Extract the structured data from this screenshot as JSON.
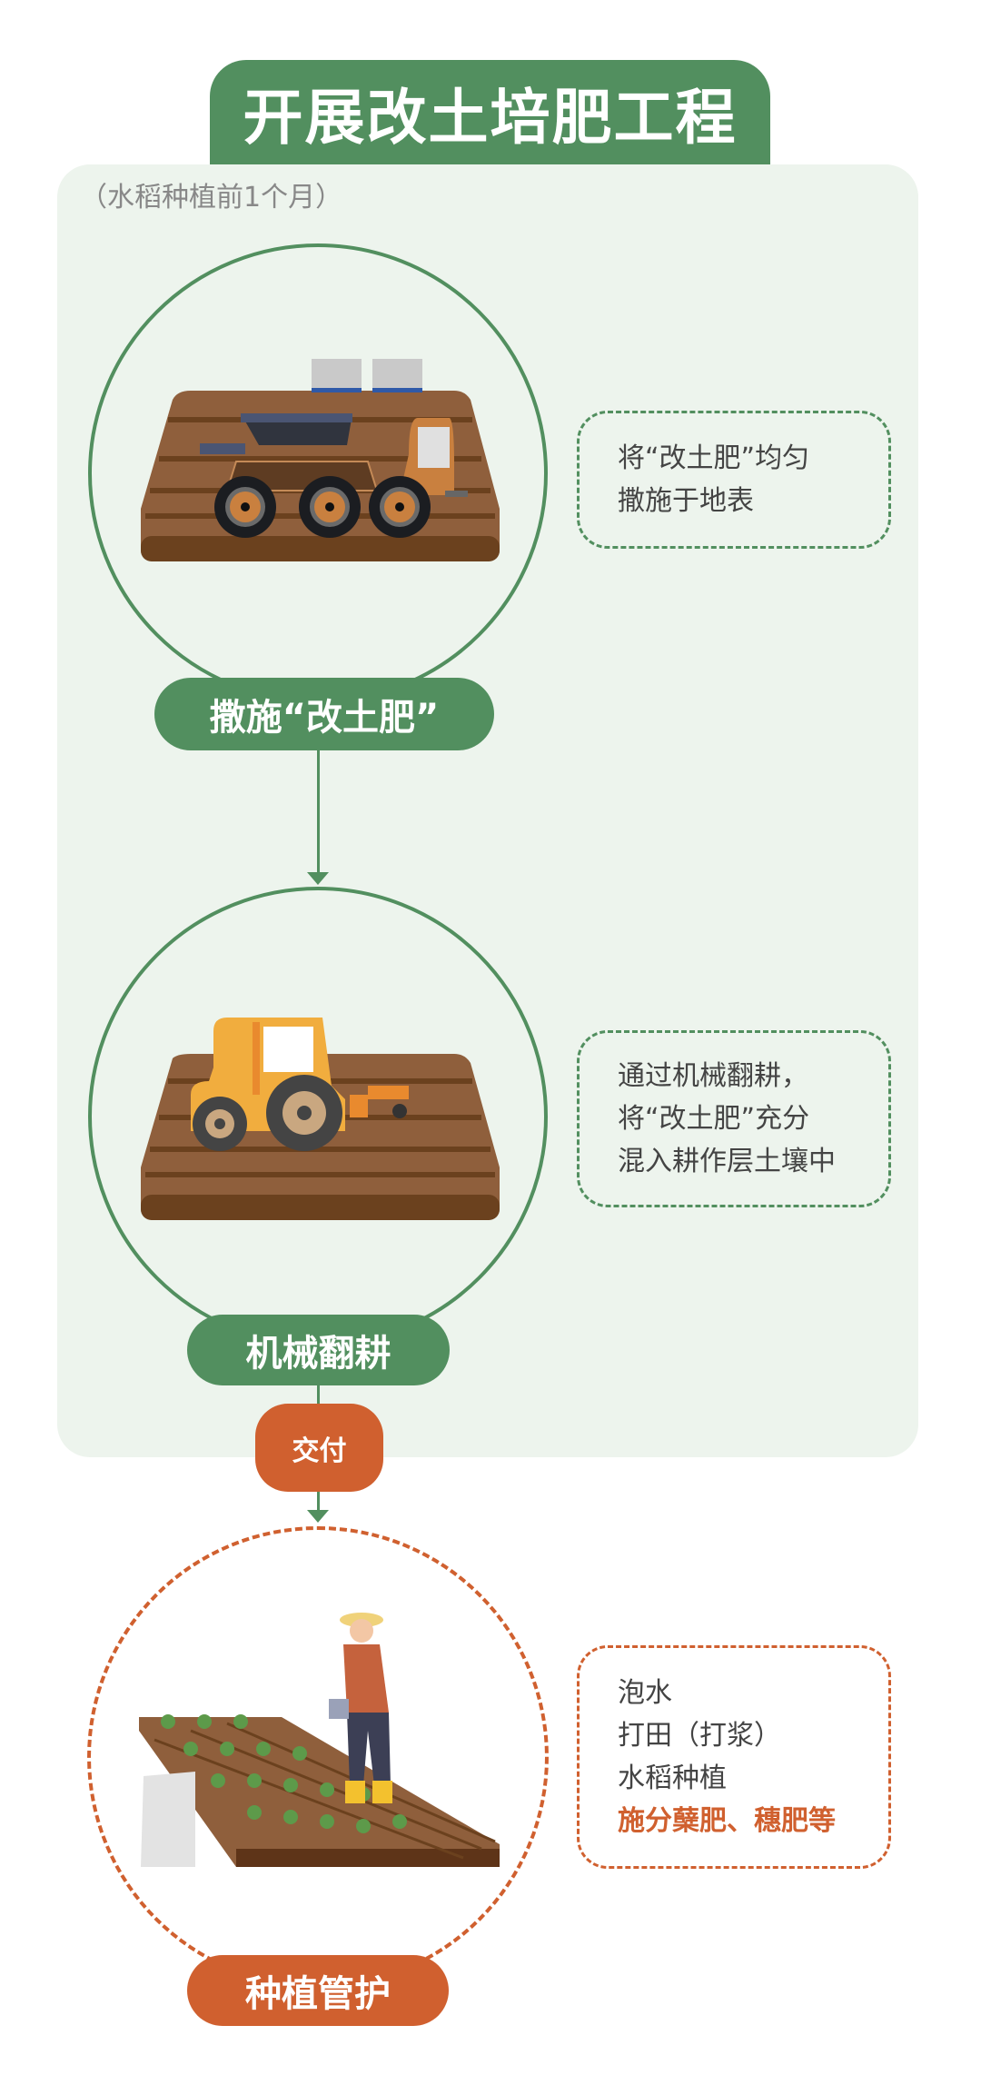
{
  "title": "开展改土培肥工程",
  "subtitle": "（水稻种植前1个月）",
  "steps": [
    {
      "label": "撒施“改土肥”",
      "note_lines": [
        "将“改土肥”均匀",
        "撒施于地表"
      ]
    },
    {
      "label": "机械翻耕",
      "note_lines": [
        "通过机械翻耕，",
        "将“改土肥”充分",
        "混入耕作层土壤中"
      ]
    },
    {
      "label": "种植管护",
      "note_lines": [
        "泡水",
        "打田（打浆）",
        "水稻种植"
      ],
      "note_highlight": "施分蘖肥、穗肥等"
    }
  ],
  "handover_label": "交付",
  "colors": {
    "green": "#528f5f",
    "panel": "#edf4ed",
    "orange": "#d0602f",
    "soil": "#8f5f3c"
  }
}
